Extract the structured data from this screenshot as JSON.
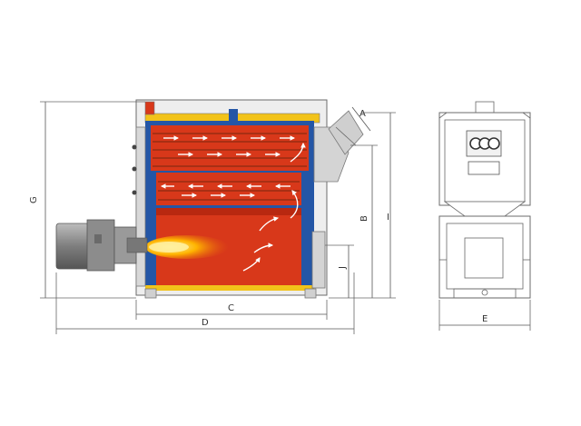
{
  "dimension_labels": {
    "A": "A",
    "B": "B",
    "C": "C",
    "D": "D",
    "E": "E",
    "G": "G",
    "I": "I",
    "J": "J"
  },
  "colors": {
    "firebox": "#d8381a",
    "firebox_dark": "#b82810",
    "water_jacket": "#2456a6",
    "insulation": "#f2c31a",
    "casing": "#d0d0d0",
    "flue_tube": "#8a2a10",
    "flame": "#ffb400",
    "burner": "#8c8c8c"
  },
  "icons": {
    "flow_arrow": "white-flow-arrow",
    "flame": "burner-flame"
  }
}
